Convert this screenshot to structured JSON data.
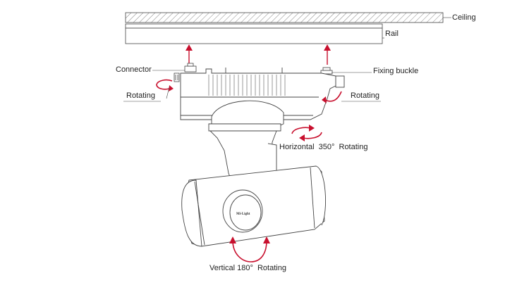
{
  "labels": {
    "ceiling": "Ceiling",
    "rail": "Rail",
    "connector": "Connector",
    "fixing_buckle": "Fixing buckle",
    "rotating_left": "Rotating",
    "rotating_right": "Rotating",
    "horizontal": "Horizontal  350°  Rotating",
    "vertical": "Vertical 180°  Rotating"
  },
  "logo": "Mi-Light",
  "colors": {
    "arrow": "#c8102e",
    "line": "#444444",
    "fill": "#ffffff"
  }
}
